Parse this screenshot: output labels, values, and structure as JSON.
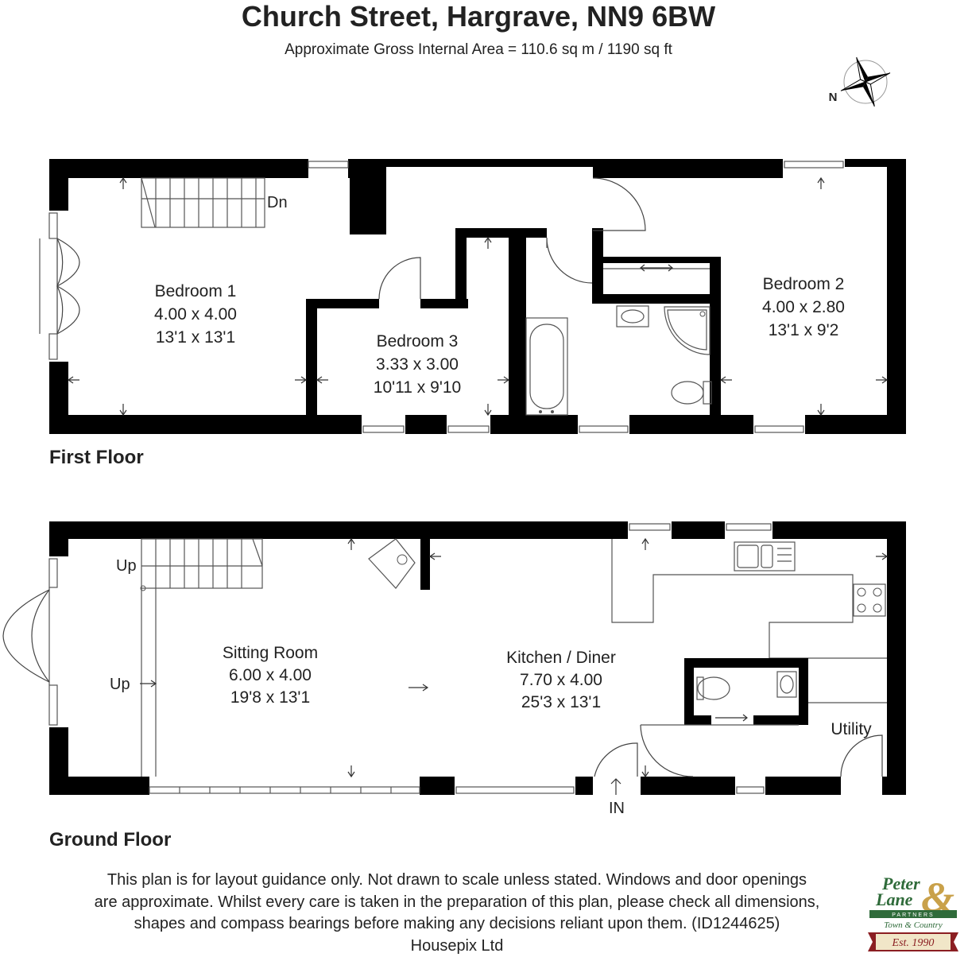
{
  "title": "Church Street, Hargrave, NN9 6BW",
  "subtitle": "Approximate Gross Internal Area = 110.6 sq m / 1190 sq ft",
  "compass_label": "N",
  "floors": {
    "first": {
      "label": "First Floor",
      "stair_label": "Dn",
      "rooms": {
        "bedroom1": {
          "name": "Bedroom 1",
          "metric": "4.00 x 4.00",
          "imperial": "13'1 x 13'1"
        },
        "bedroom2": {
          "name": "Bedroom 2",
          "metric": "4.00 x 2.80",
          "imperial": "13'1 x 9'2"
        },
        "bedroom3": {
          "name": "Bedroom 3",
          "metric": "3.33 x 3.00",
          "imperial": "10'11 x 9'10"
        }
      }
    },
    "ground": {
      "label": "Ground Floor",
      "stair_label_top": "Up",
      "stair_label_side": "Up",
      "entrance_label": "IN",
      "rooms": {
        "sitting": {
          "name": "Sitting Room",
          "metric": "6.00 x 4.00",
          "imperial": "19'8 x 13'1"
        },
        "kitchen": {
          "name": "Kitchen / Diner",
          "metric": "7.70 x 4.00",
          "imperial": "25'3 x 13'1"
        },
        "utility": {
          "name": "Utility"
        }
      }
    }
  },
  "disclaimer": [
    "This plan is for layout guidance only. Not drawn to scale unless stated. Windows and door openings",
    "are approximate. Whilst every care is taken in the preparation of this plan, please check all dimensions,",
    "shapes and compass bearings before making any decisions reliant upon them. (ID1244625)",
    "Housepix Ltd"
  ],
  "logo": {
    "line1": "Peter",
    "line2": "Lane",
    "amp": "&",
    "partners": "PARTNERS",
    "tagline": "Town & Country",
    "est": "Est. 1990"
  },
  "colors": {
    "wall": "#000000",
    "logo_green": "#2f6b3a",
    "logo_red": "#8b1e22",
    "logo_gold": "#c9a14a"
  }
}
